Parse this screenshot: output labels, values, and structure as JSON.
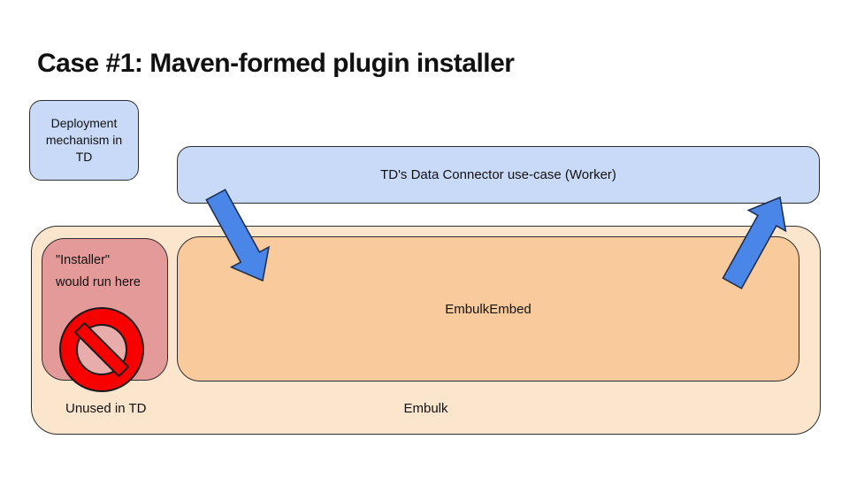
{
  "title": "Case #1: Maven-formed plugin installer",
  "boxes": {
    "deployment": {
      "label": "Deployment mechanism in TD"
    },
    "connector": {
      "label": "TD's Data Connector use-case (Worker)"
    },
    "embulk": {
      "label": "Embulk"
    },
    "embed": {
      "label": "EmbulkEmbed"
    },
    "installer": {
      "line1": "\"Installer\"",
      "line2": "would run here",
      "status_label": "Unused in TD"
    }
  },
  "icons": {
    "no_entry": "prohibition-sign (red circle with diagonal slash)",
    "arrow_down": "block-arrow-down-right",
    "arrow_up": "block-arrow-up-right"
  },
  "colors": {
    "box_blue": "#c9daf8",
    "box_peach": "#fce5cd",
    "box_orange": "#f9cb9c",
    "box_pink": "#e59a9a",
    "no_entry_red": "#f90000",
    "no_entry_inner_pink": "#e8acaa",
    "arrow_blue": "#4a86e8",
    "outline_dark": "#2e2e2e"
  }
}
